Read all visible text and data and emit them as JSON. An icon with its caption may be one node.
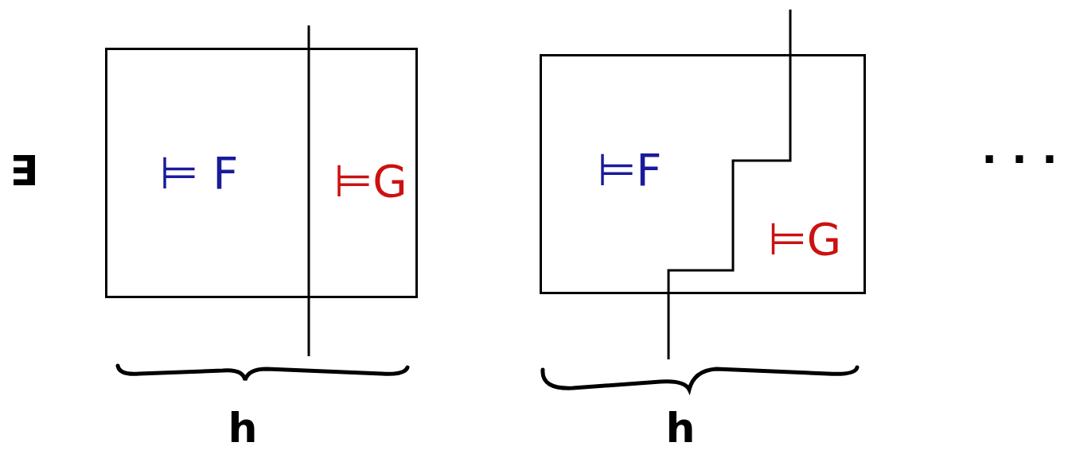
{
  "diagram": {
    "nodes": [
      {
        "text": [],
        "shape": "box"
      },
      {
        "text": [
          "⊨ F"
        ],
        "in": 0
      },
      {
        "text": [
          "⊨G"
        ],
        "in": 0
      },
      {
        "text": [],
        "shape": "box"
      },
      {
        "text": [
          "⊨F"
        ],
        "in": 3
      },
      {
        "text": [
          "⊨G"
        ],
        "in": 3
      }
    ],
    "labels": [
      "∃",
      "h",
      "h",
      "· · ·"
    ]
  }
}
